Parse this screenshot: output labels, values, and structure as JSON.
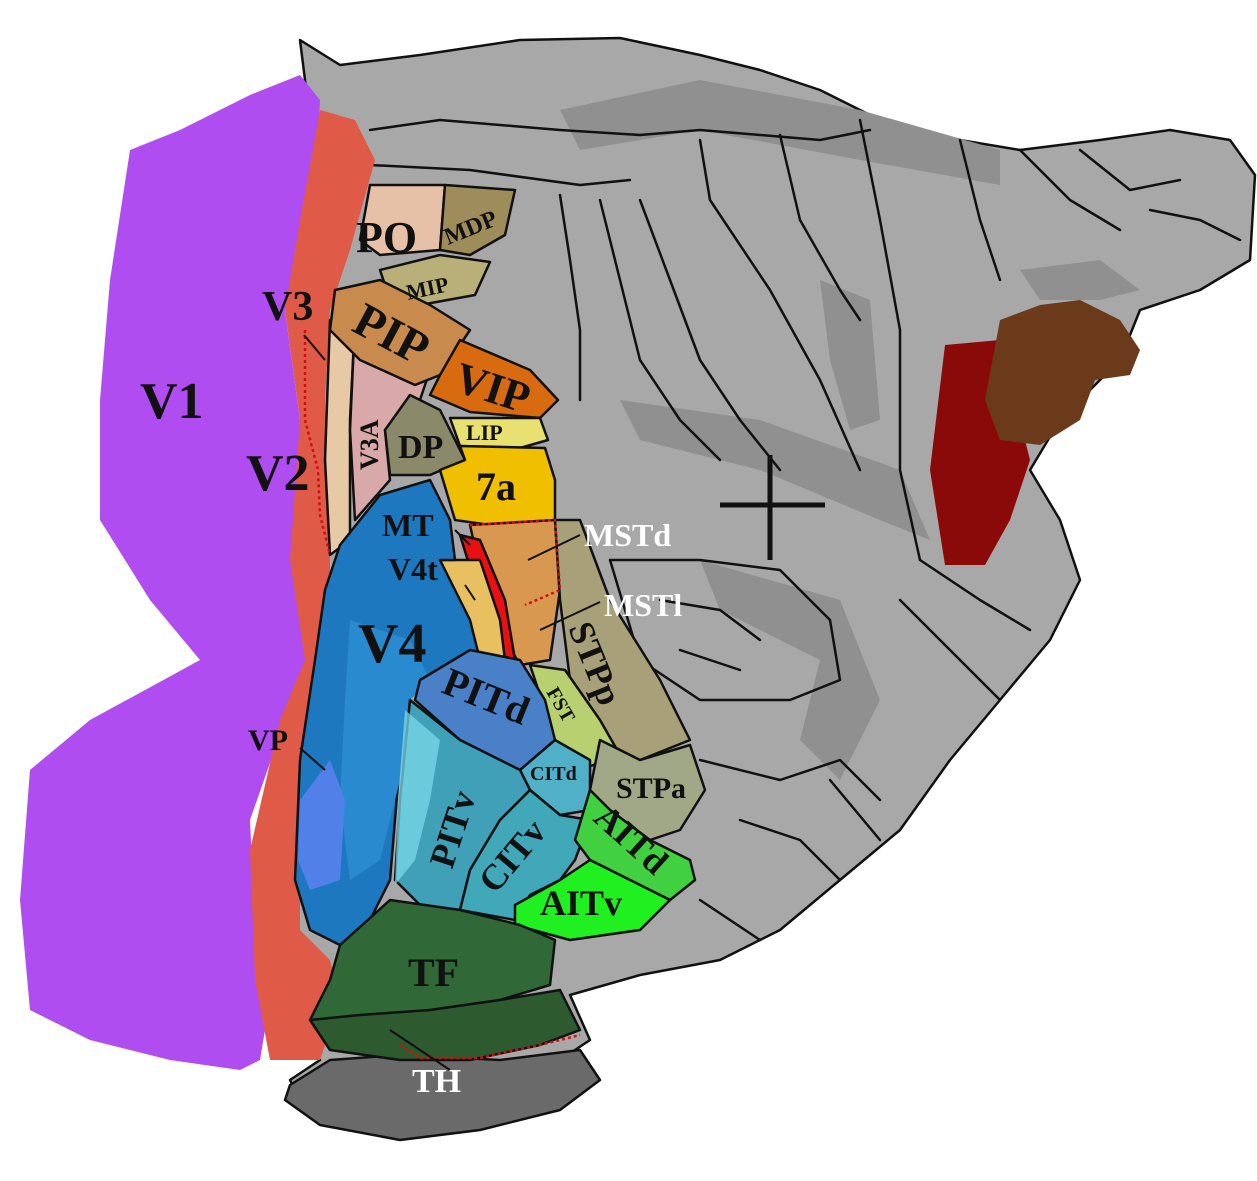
{
  "areas": {
    "v1": "V1",
    "v2": "V2",
    "v3": "V3",
    "v3a": "V3A",
    "vp": "VP",
    "po": "PO",
    "mdp": "MDP",
    "mip": "MIP",
    "pip": "PIP",
    "vip": "VIP",
    "lip": "LIP",
    "dp": "DP",
    "a7": "7a",
    "mt": "MT",
    "v4t": "V4t",
    "v4": "V4",
    "mstd": "MSTd",
    "mstl": "MSTl",
    "stpp": "STPp",
    "fst": "FST",
    "pitd": "PITd",
    "citd": "CITd",
    "stpa": "STPa",
    "pitv": "PITv",
    "citv": "CITv",
    "aitd": "AITd",
    "aitv": "AITv",
    "tf": "TF",
    "th": "TH"
  },
  "colors": {
    "v1": "#b04df0",
    "v2": "#e05a48",
    "v3": "#e8c9a6",
    "v3a": "#d9a8a8",
    "po": "#e6c1a8",
    "mdp": "#9e8c5a",
    "mip": "#b8b078",
    "pip": "#c98a4e",
    "vip": "#d86a10",
    "lip": "#e8e070",
    "dp": "#8a8a6a",
    "a7": "#f0c000",
    "mt": "#1e78c0",
    "v4": "#2a8ad0",
    "v4t": "#e8c060",
    "mst": "#d89850",
    "stpp": "#a8a078",
    "fst": "#b8d070",
    "pitd": "#4a80c8",
    "citd": "#50b0c8",
    "stpa": "#a0a888",
    "pitv": "#40a0b8",
    "citv": "#40a8b8",
    "aitd": "#40d040",
    "aitv": "#20f020",
    "tf": "#306838",
    "th": "#5a5a5a",
    "cortex": "#a8a8a8",
    "sulcus_shade": "#909090",
    "frontal_red": "#8a0a0a",
    "frontal_brown": "#6a3a1a"
  }
}
